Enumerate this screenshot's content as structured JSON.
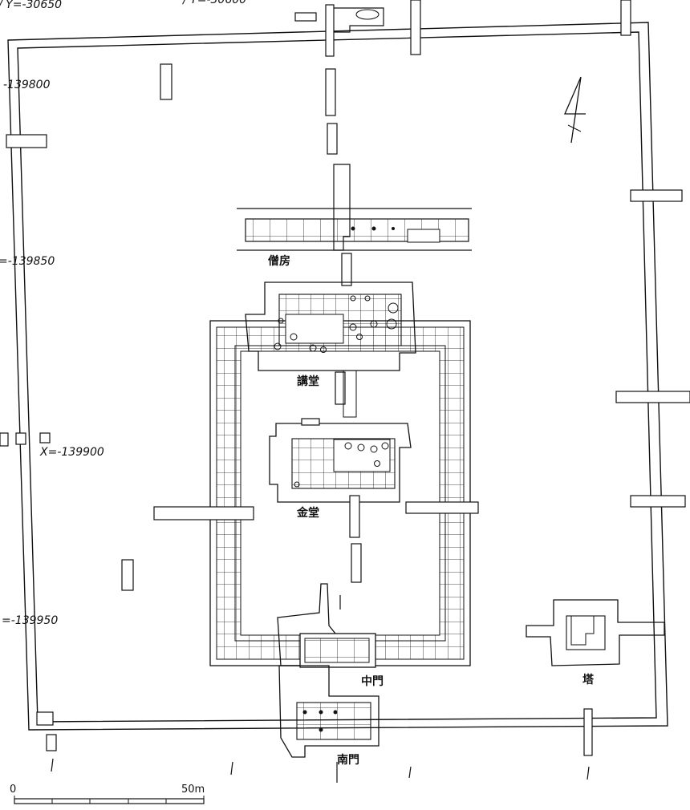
{
  "coords": {
    "y_30650": "/ Y=-30650",
    "y_30600": "/ Y=-30600",
    "x_139800": "-139800",
    "x_139850": "=-139850",
    "x_139900": "X=-139900",
    "x_139950": "=-139950"
  },
  "buildings": {
    "monks_quarters": "僧房",
    "lecture_hall": "講堂",
    "golden_hall": "金堂",
    "middle_gate": "中門",
    "pagoda": "塔",
    "south_gate": "南門"
  },
  "scale": {
    "start": "0",
    "end": "50m"
  }
}
